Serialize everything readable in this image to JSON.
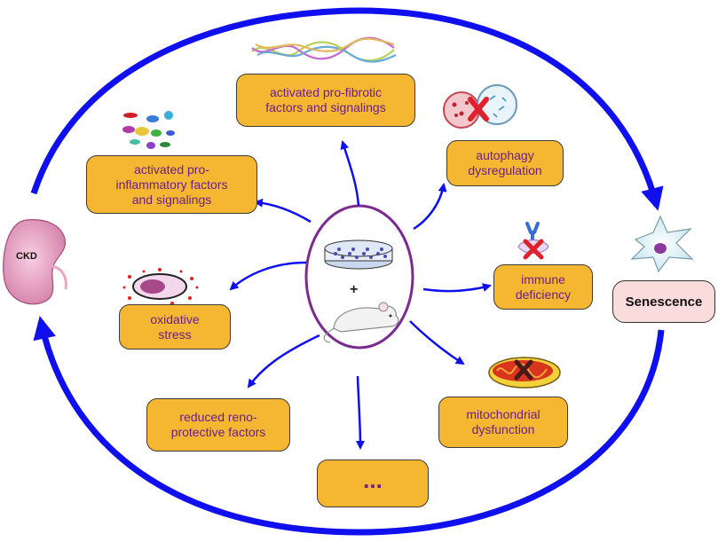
{
  "nodes": {
    "ckd": "CKD",
    "senescence": "Senescence",
    "plus": "+",
    "pro_fibrotic": "activated pro-fibrotic\nfactors and signalings",
    "autophagy": "autophagy\ndysregulation",
    "pro_inflammatory": "activated pro-\ninflammatory factors\nand signalings",
    "immune": "immune\ndeficiency",
    "oxidative": "oxidative\nstress",
    "mitochondrial": "mitochondrial\ndysfunction",
    "reno_protective": "reduced reno-\nprotective factors",
    "ellipsis": "..."
  },
  "colors": {
    "cycle_arrow": "#1010ee",
    "box_fill": "#f5b731",
    "box_text": "#6a1f8a",
    "center_ring": "#7b2a8f",
    "senescence_fill": "#fadcdc",
    "inhibit_mark": "#e0202a"
  },
  "icons": [
    "dna-strands-icon",
    "autophagy-blocked-icon",
    "cytokine-particles-icon",
    "antibody-blocked-icon",
    "oxidative-cell-icon",
    "mitochondrion-icon",
    "kidney-icon",
    "senescent-cell-icon",
    "culture-dish-icon",
    "mouse-icon"
  ]
}
